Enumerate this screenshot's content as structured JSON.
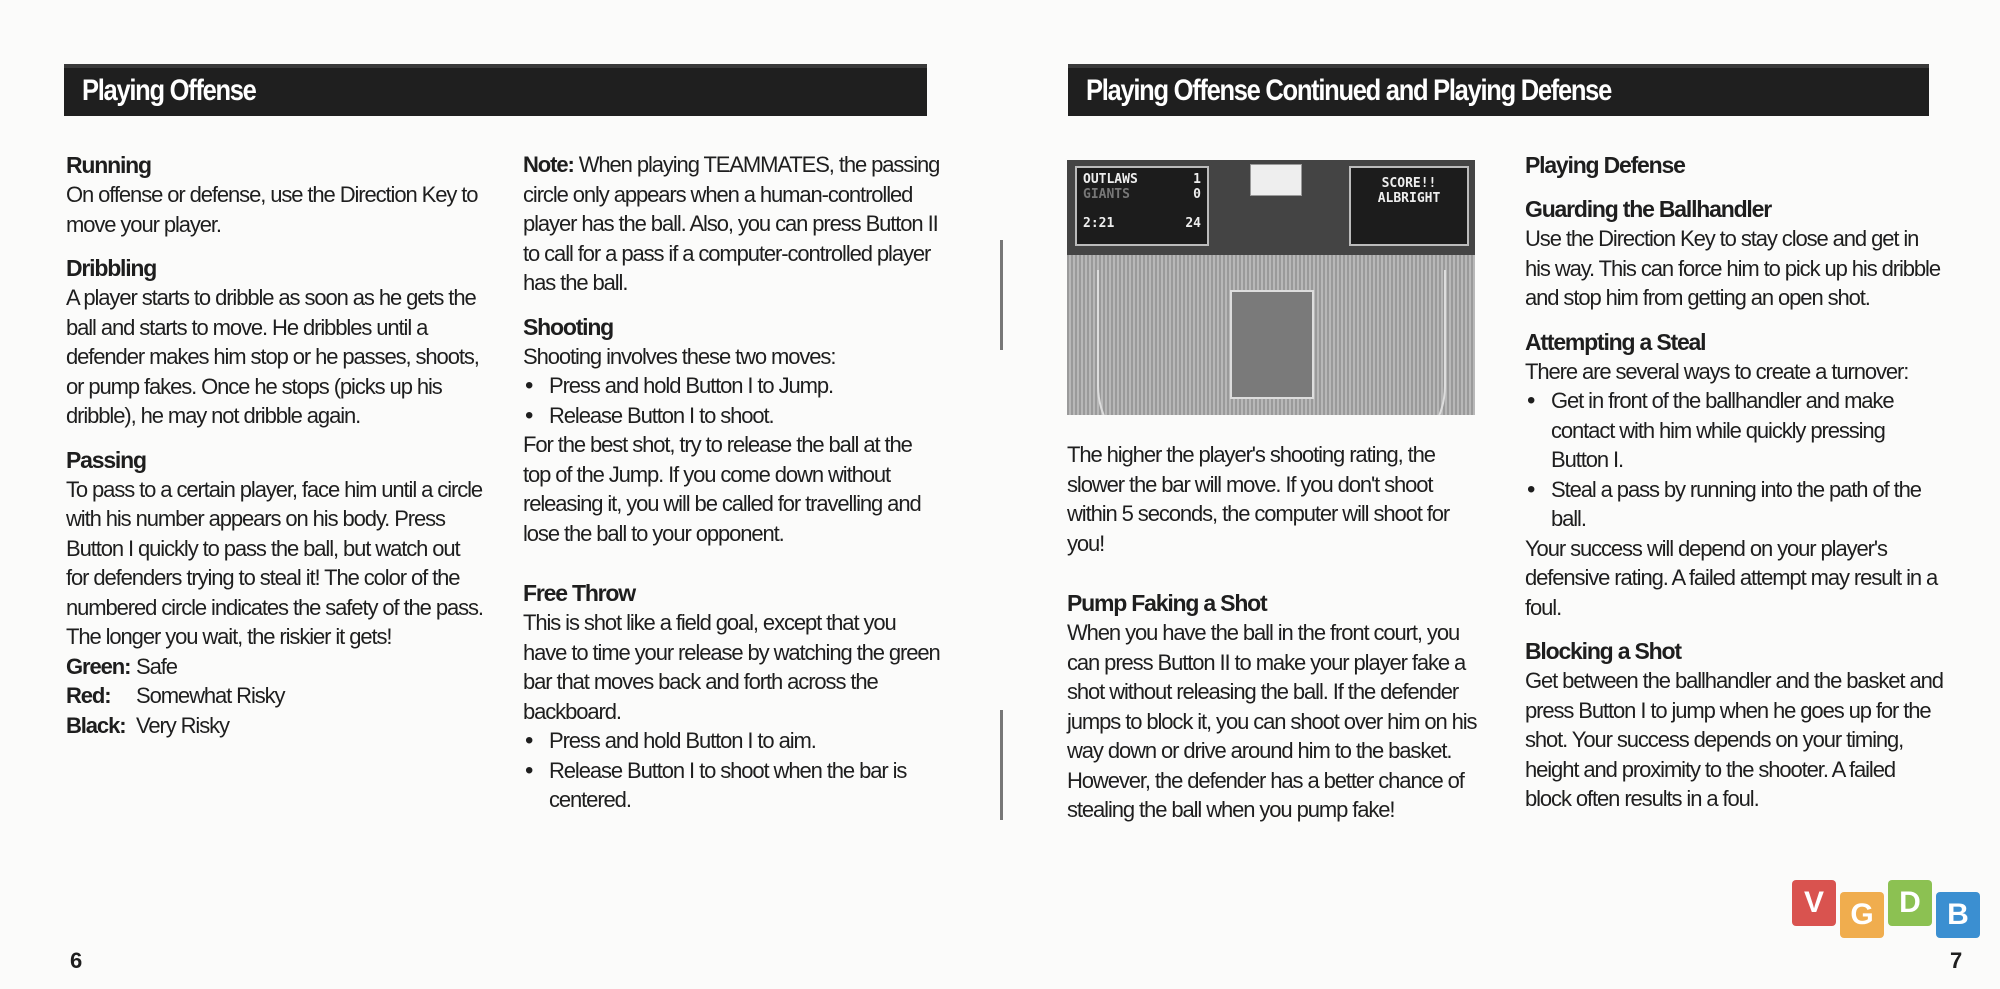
{
  "left_page": {
    "header": "Playing Offense",
    "page_number": "6",
    "col1": {
      "running_title": "Running",
      "running_text": "On offense or defense, use the Direction Key to move your player.",
      "dribbling_title": "Dribbling",
      "dribbling_text": "A player starts to dribble as soon as he gets the ball and starts to move. He dribbles until a defender makes him stop or he passes, shoots, or pump fakes. Once he stops (picks up his dribble), he may not dribble again.",
      "passing_title": "Passing",
      "passing_text": "To pass to a certain player, face him until a circle with his number appears on his body. Press Button I quickly to pass the ball, but watch out for defenders trying to steal it! The color of the numbered circle indicates the safety of the pass. The longer you wait, the riskier it gets!",
      "legend": [
        {
          "label": "Green:",
          "value": "Safe"
        },
        {
          "label": "Red:",
          "value": "Somewhat Risky"
        },
        {
          "label": "Black:",
          "value": "Very Risky"
        }
      ]
    },
    "col2": {
      "note_label": "Note:",
      "note_text": " When playing TEAMMATES, the passing circle only appears when a human-controlled player has the ball. Also, you can press Button II to call for a pass if a computer-controlled player has the ball.",
      "shooting_title": "Shooting",
      "shooting_intro": "Shooting involves these two moves:",
      "shooting_bullets": [
        "Press and hold Button I to Jump.",
        "Release Button I to shoot."
      ],
      "shooting_text": "For the best shot, try to release the ball at the top of the Jump. If you come down without releasing it, you will be called for travelling and lose the ball to your opponent.",
      "freethrow_title": "Free Throw",
      "freethrow_text": "This is shot like a field goal, except that you have to time your release by watching the green bar that moves back and forth across the backboard.",
      "freethrow_bullets": [
        "Press and hold Button I to aim.",
        "Release Button I to shoot when the bar is centered."
      ]
    }
  },
  "right_page": {
    "header": "Playing Offense Continued and Playing Defense",
    "page_number": "7",
    "screenshot": {
      "team1": "OUTLAWS",
      "team1_score": "1",
      "team2": "GIANTS",
      "team2_score": "0",
      "clock": "2:21",
      "shot_clock": "24",
      "message_line1": "SCORE!!",
      "message_line2": "ALBRIGHT"
    },
    "col3": {
      "rating_text": "The higher the player's shooting rating, the slower the bar will move. If you don't shoot within 5 seconds, the computer will shoot for you!",
      "pumpfake_title": "Pump Faking a Shot",
      "pumpfake_text": "When you have the ball in the front court, you can press Button II to make your player fake a shot without releasing the ball. If the defender jumps to block it, you can shoot over him on his way down or drive around him to the basket. However, the defender has a better chance of stealing the ball when you pump fake!"
    },
    "col4": {
      "defense_title": "Playing Defense",
      "guarding_title": "Guarding the Ballhandler",
      "guarding_text": "Use the Direction Key to stay close and get in his way. This can force him to pick up his dribble and stop him from getting an open shot.",
      "steal_title": "Attempting a Steal",
      "steal_intro": "There are several ways to create a turnover:",
      "steal_bullets": [
        "Get in front of the ballhandler and make contact with him while quickly pressing Button I.",
        "Steal a pass by running into the path of the ball."
      ],
      "steal_text": "Your success will depend on your player's defensive rating. A failed attempt may result in a foul.",
      "block_title": "Blocking a Shot",
      "block_text": "Get between the ballhandler and the basket and press Button I to jump when he goes up for the shot. Your success depends on your timing, height and proximity to the shooter. A failed block often results in a foul."
    }
  },
  "watermark": {
    "letters": [
      "V",
      "G",
      "D",
      "B"
    ],
    "colors": [
      "#d9534f",
      "#f0ad4e",
      "#8cc152",
      "#3b8fd1"
    ]
  }
}
